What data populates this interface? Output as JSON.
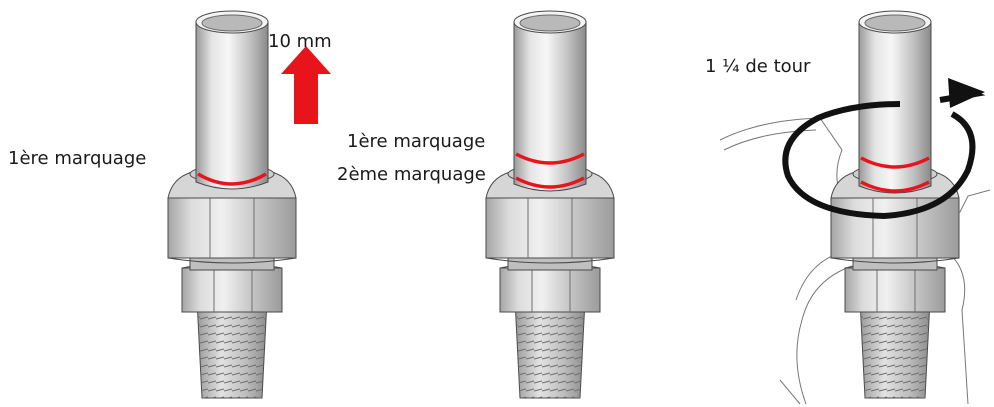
{
  "labels": {
    "step1_pull": "10 mm",
    "step1_mark": "1ère marquage",
    "step2_mark1": "1ère marquage",
    "step2_mark2": "2ème marquage",
    "step3_turn": "1 ¼ de tour"
  },
  "colors": {
    "marking": "#e8141b",
    "arrow": "#e8141b",
    "metal_light": "#e9e9e9",
    "metal_mid": "#c9c9c9",
    "metal_dark": "#8f8f8f",
    "outline": "#4a4a4a",
    "rotation_arrow": "#111111"
  },
  "icons": {
    "pull_arrow": "arrow-up-icon",
    "rotation": "rotate-clockwise-icon",
    "tool": "open-end-wrench-icon"
  }
}
